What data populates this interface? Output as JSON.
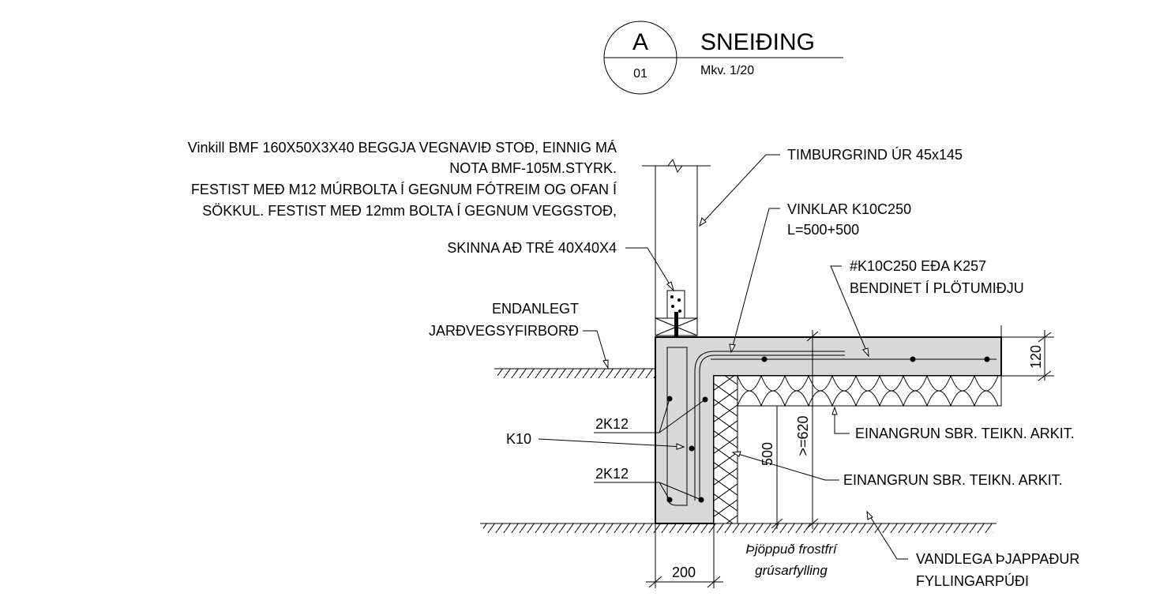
{
  "title_block": {
    "letter": "A",
    "number": "01",
    "title": "SNEIÐING",
    "scale": "Mkv. 1/20"
  },
  "notes": {
    "bracket_lines": [
      "Vinkill BMF 160X50X3X40 BEGGJA VEGNAVIÐ STOÐ, EINNIG MÁ",
      "NOTA BMF-105M.STYRK.",
      "FESTIST MEÐ M12 MÚRBOLTA Í GEGNUM FÓTREIM OG OFAN Í",
      "SÖKKUL. FESTIST MEÐ 12mm BOLTA Í GEGNUM VEGGSTOÐ,",
      "SKINNA AÐ TRÉ 40X40X4"
    ],
    "ground_lines": [
      "ENDANLEGT",
      "JARÐVEGSYFIRBORÐ"
    ],
    "timber": "TIMBURGRIND ÚR 45x145",
    "angles_lines": [
      "VINKLAR K10C250",
      "L=500+500"
    ],
    "mesh_lines": [
      "#K10C250 EÐA K257",
      "BENDINET Í PLÖTUMIÐJU"
    ],
    "insulation_slab": "EINANGRUN SBR. TEIKN. ARKIT.",
    "insulation_wall": "EINANGRUN SBR. TEIKN. ARKIT.",
    "rebar_top": "2K12",
    "rebar_bottom": "2K12",
    "stirrup": "K10",
    "fill_lines": [
      "Þjöppuð frostfrí",
      "grúsarfylling"
    ],
    "cushion_lines": [
      "VANDLEGA ÞJAPPAÐUR",
      "FYLLINGARPÚÐI"
    ]
  },
  "dimensions": {
    "slab_thickness": "120",
    "wall_width": "200",
    "foundation_depth": "500",
    "min_depth": ">=620"
  }
}
